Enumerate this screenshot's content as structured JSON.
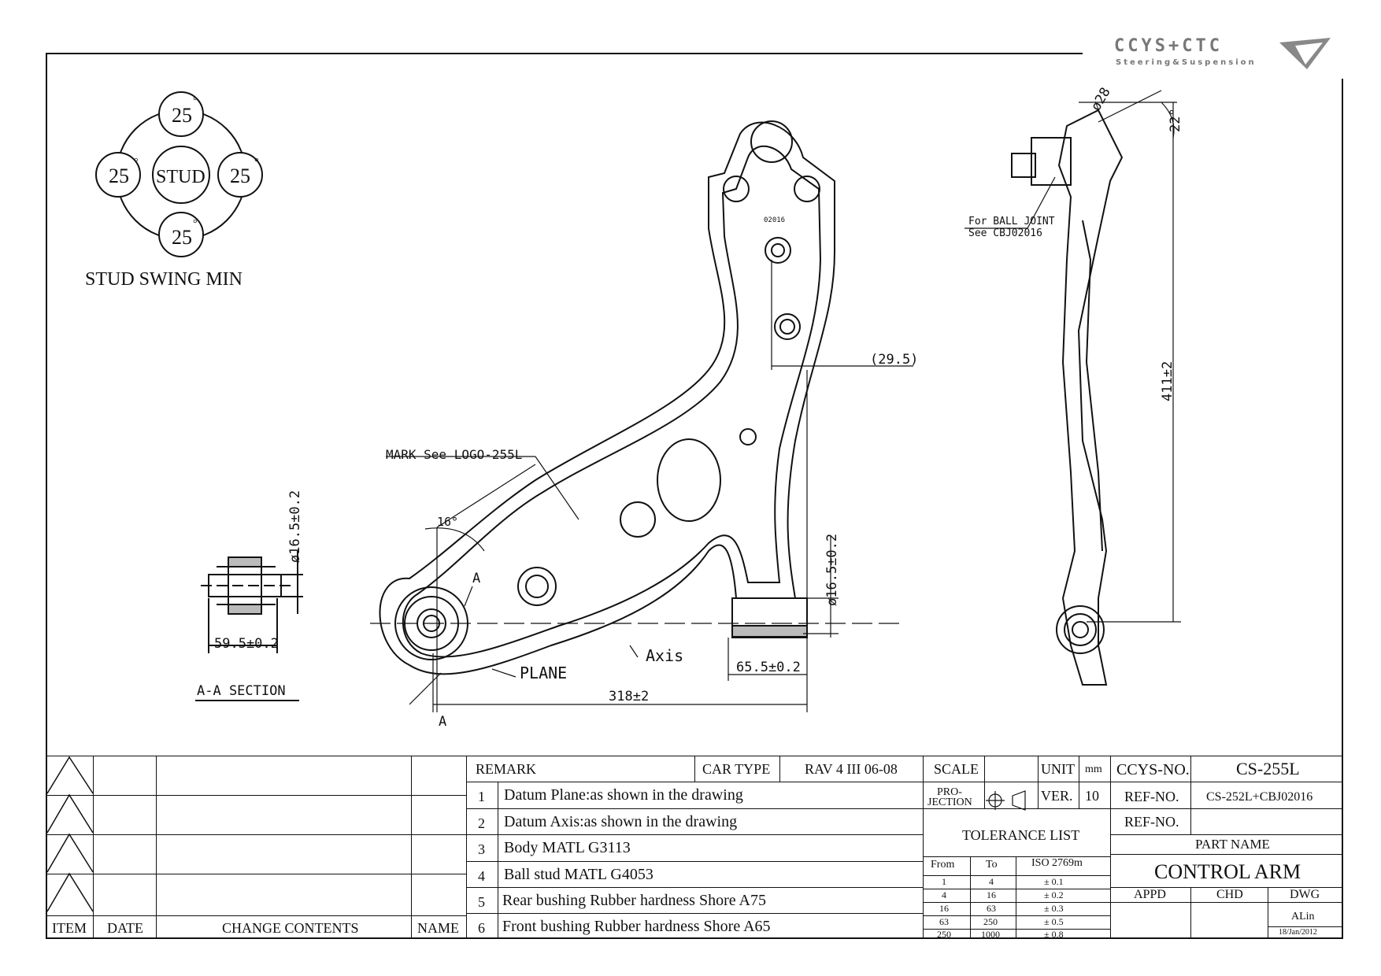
{
  "logo": {
    "brand": "CCYS+CTC",
    "tagline": "Steering&Suspension"
  },
  "stud_swing": {
    "center_label": "STUD",
    "angles": [
      "25",
      "25",
      "25",
      "25"
    ],
    "degree_symbol": "°",
    "caption": "STUD SWING MIN"
  },
  "section": {
    "title": "A-A SECTION",
    "dim_diameter": "ø16.5±0.2",
    "dim_width": "59.5±0.2"
  },
  "main_view": {
    "mark_note": "MARK See LOGO-255L",
    "part_number_stamp": "02016",
    "angle_16": "16°",
    "section_label": "A",
    "plane_label": "PLANE",
    "axis_label": "Axis",
    "dim_29_5": "(29.5)",
    "dim_diameter": "ø16.5±0.2",
    "dim_65_5": "65.5±0.2",
    "dim_318": "318±2"
  },
  "side_view": {
    "dim_28": "ø28",
    "dim_22": "22°",
    "dim_411": "411±2",
    "ball_joint_note_line1": "For BALL JOINT",
    "ball_joint_note_line2": "See CBJ02016"
  },
  "revision_table": {
    "headers": {
      "item": "ITEM",
      "date": "DATE",
      "change": "CHANGE CONTENTS",
      "name": "NAME"
    }
  },
  "remarks": {
    "header": "REMARK",
    "car_type_label": "CAR TYPE",
    "car_type_value": "RAV 4 III 06-08",
    "items": [
      {
        "no": "1",
        "text": "Datum Plane:as shown in the drawing"
      },
      {
        "no": "2",
        "text": "Datum Axis:as shown in the drawing"
      },
      {
        "no": "3",
        "text": "Body MATL G3113"
      },
      {
        "no": "4",
        "text": "Ball stud MATL G4053"
      },
      {
        "no": "5",
        "text": "Rear bushing Rubber hardness Shore A75"
      },
      {
        "no": "6",
        "text": "Front bushing Rubber hardness Shore A65"
      }
    ]
  },
  "drawing_info": {
    "scale_label": "SCALE",
    "unit_label": "UNIT",
    "unit_value": "mm",
    "projection_label_1": "PRO-",
    "projection_label_2": "JECTION",
    "ver_label": "VER.",
    "ver_value": "10",
    "tolerance_title": "TOLERANCE LIST",
    "tolerance_headers": {
      "from": "From",
      "to": "To",
      "iso": "ISO 2769m"
    },
    "tolerance_rows": [
      {
        "from": "1",
        "to": "4",
        "tol": "± 0.1"
      },
      {
        "from": "4",
        "to": "16",
        "tol": "± 0.2"
      },
      {
        "from": "16",
        "to": "63",
        "tol": "± 0.3"
      },
      {
        "from": "63",
        "to": "250",
        "tol": "± 0.5"
      },
      {
        "from": "250",
        "to": "1000",
        "tol": "± 0.8"
      }
    ]
  },
  "part_info": {
    "ccys_no_label": "CCYS-NO.",
    "ccys_no_value": "CS-255L",
    "ref_no_label": "REF-NO.",
    "ref_no_value": "CS-252L+CBJ02016",
    "ref_no_label_2": "REF-NO.",
    "part_name_label": "PART NAME",
    "part_name_value": "CONTROL ARM",
    "appd_label": "APPD",
    "chd_label": "CHD",
    "dwg_label": "DWG",
    "dwg_value": "ALin",
    "date_value": "18/Jan/2012"
  }
}
